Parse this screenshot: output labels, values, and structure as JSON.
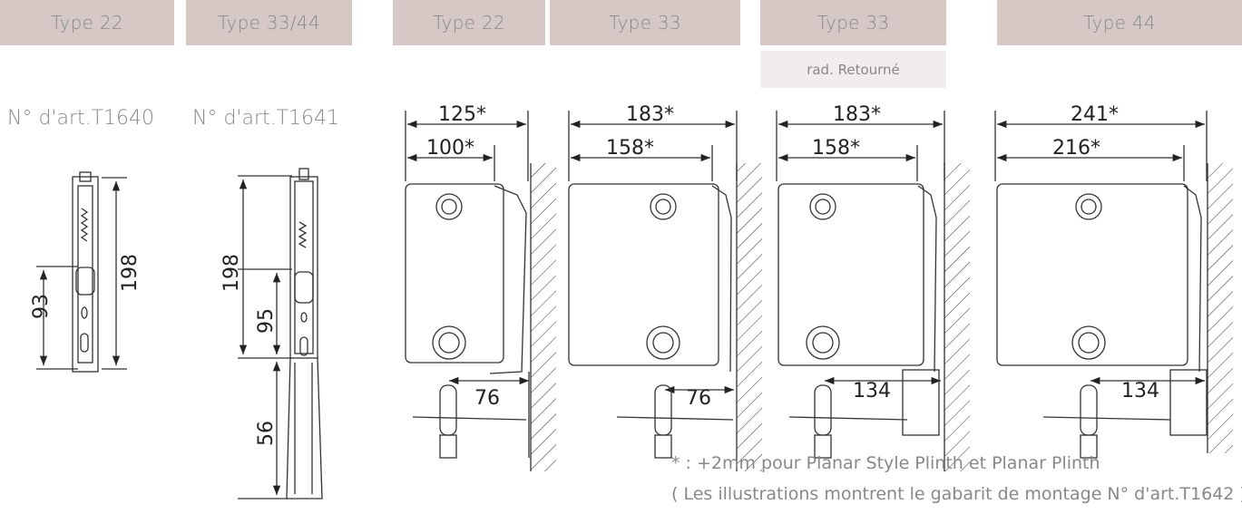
{
  "tabs": [
    "Type 22",
    "Type 33/44",
    "Type 22",
    "Type 33",
    "Type 33",
    "Type 44"
  ],
  "subtab": "rad. Retourné",
  "articles": [
    "N° d'art.T1640",
    "N° d'art.T1641"
  ],
  "dims": {
    "t22a": {
      "height": "198",
      "lower": "93"
    },
    "t33a": {
      "height": "198",
      "mid": "95",
      "low": "56"
    },
    "d1": {
      "outer": "125*",
      "inner": "100*",
      "depth": "76"
    },
    "d2": {
      "outer": "183*",
      "inner": "158*",
      "depth": "76"
    },
    "d3": {
      "outer": "183*",
      "inner": "158*",
      "depth": "134"
    },
    "d4": {
      "outer": "241*",
      "inner": "216*",
      "depth": "134"
    }
  },
  "notes": [
    "* : +2mm pour Planar Style Plinth et Planar Plinth",
    "( Les illustrations montrent le gabarit de montage N° d'art.T1642 )"
  ]
}
